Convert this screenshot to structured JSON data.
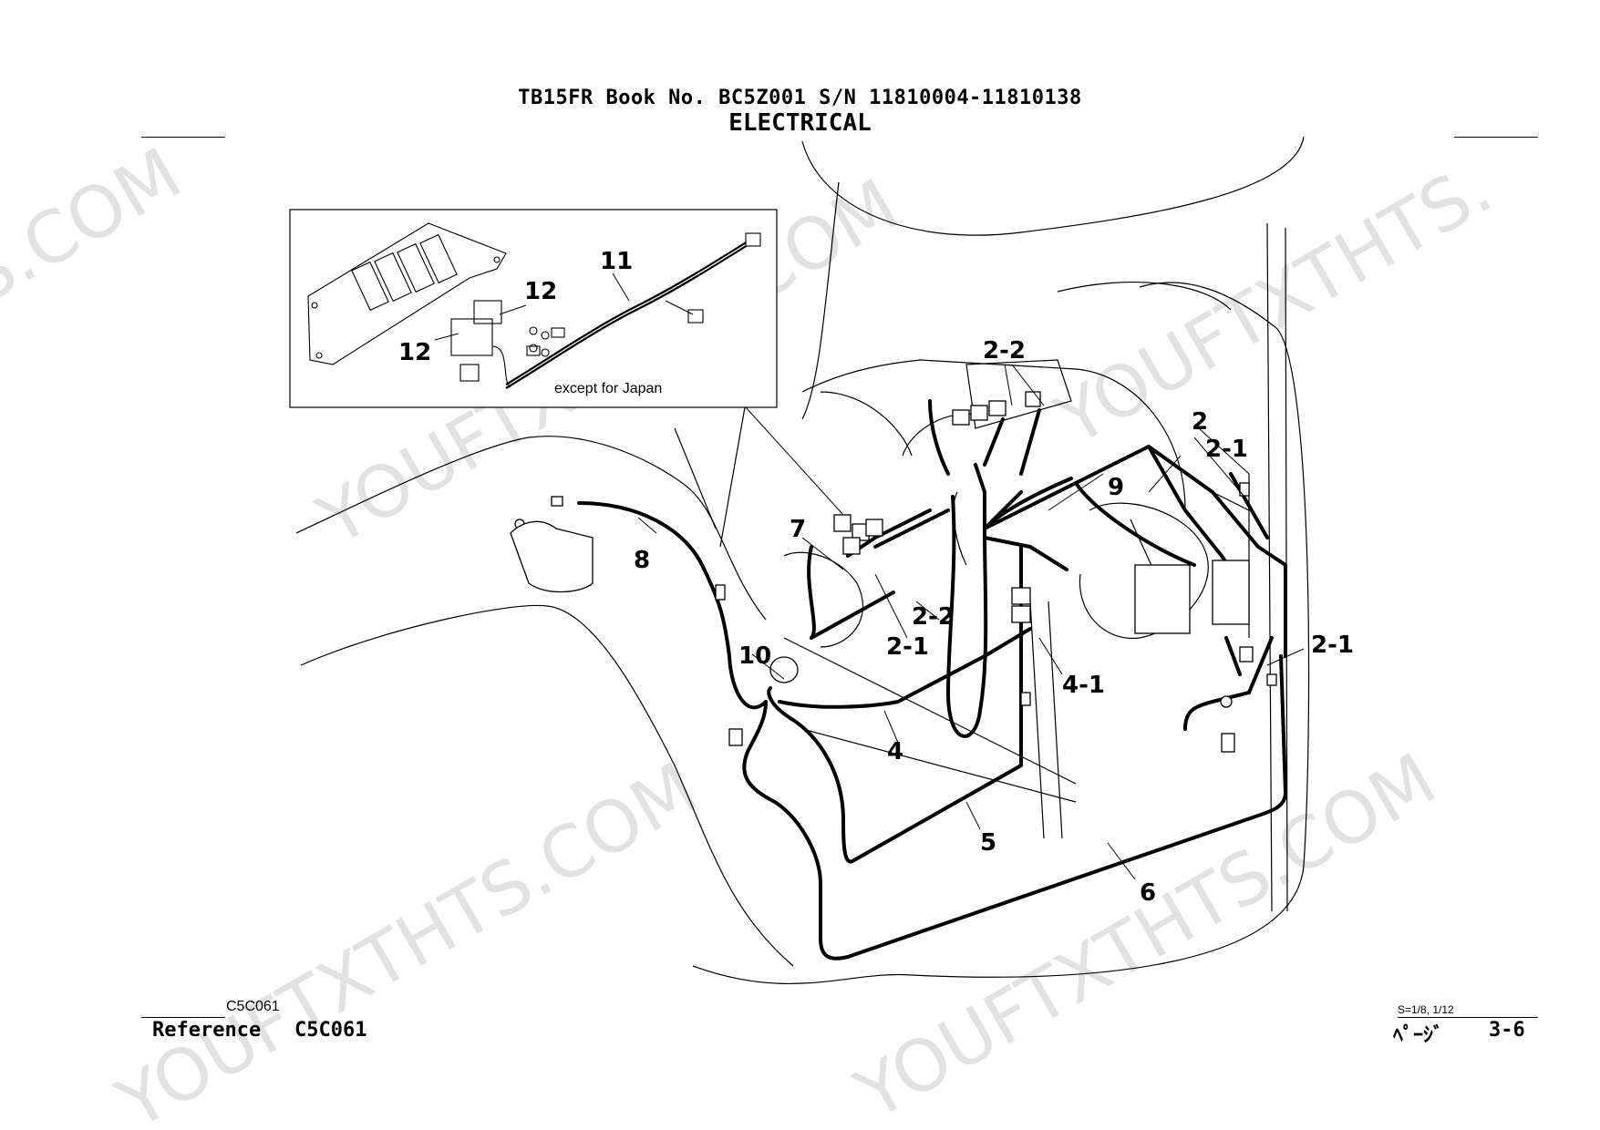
{
  "header": {
    "line1": "TB15FR  Book No. BC5Z001 S/N 11810004-11810138",
    "line2": "ELECTRICAL"
  },
  "inset": {
    "note": "except for Japan"
  },
  "callouts": {
    "c11": "11",
    "c12a": "12",
    "c12b": "12",
    "c22a": "2-2",
    "c2": "2",
    "c21a": "2-1",
    "c9": "9",
    "c7": "7",
    "c8": "8",
    "c22b": "2-2",
    "c21b": "2-1",
    "c21c": "2-1",
    "c10": "10",
    "c41": "4-1",
    "c4": "4",
    "c5": "5",
    "c6": "6"
  },
  "footer": {
    "ref_code_small": "C5C061",
    "reference_label": "Reference",
    "reference_code": "C5C061",
    "scale": "S=1/8, 1/12",
    "page_label": "ﾍﾟｰｼﾞ",
    "page_number": "3-6"
  },
  "watermark": {
    "text": "YOUFTXTHTS.COM"
  }
}
